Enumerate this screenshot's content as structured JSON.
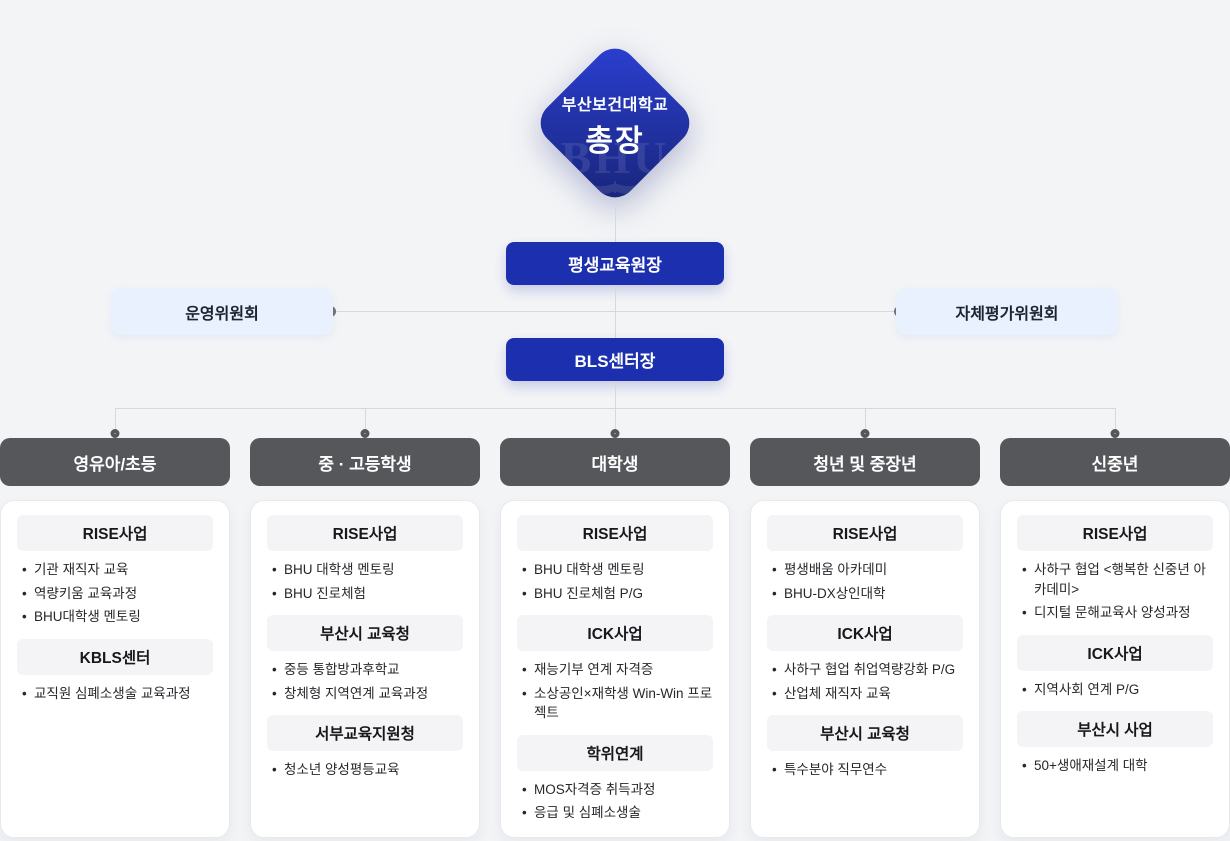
{
  "org": {
    "top": {
      "institution": "부산보건대학교",
      "role": "총장",
      "watermark": "BHU"
    },
    "director": "평생교육원장",
    "center_head": "BLS센터장",
    "left_committee": "운영위원회",
    "right_committee": "자체평가위원회"
  },
  "colors": {
    "background": "#f3f4f6",
    "primary_blue": "#1c2fae",
    "diamond_gradient_top": "#2b40d3",
    "diamond_gradient_bottom": "#182478",
    "light_blue_box": "#e9f1fe",
    "header_gray": "#56575a",
    "section_header_bg": "#f4f4f6",
    "connector_line": "#d5d8dd"
  },
  "columns": [
    {
      "title": "영유아/초등",
      "sections": [
        {
          "heading": "RISE사업",
          "items": [
            "기관 재직자 교육",
            "역량키움 교육과정",
            "BHU대학생 멘토링"
          ]
        },
        {
          "heading": "KBLS센터",
          "items": [
            "교직원 심폐소생술 교육과정"
          ]
        }
      ]
    },
    {
      "title": "중 · 고등학생",
      "sections": [
        {
          "heading": "RISE사업",
          "items": [
            "BHU 대학생 멘토링",
            "BHU 진로체험"
          ]
        },
        {
          "heading": "부산시 교육청",
          "items": [
            "중등 통합방과후학교",
            "창체형 지역연계 교육과정"
          ]
        },
        {
          "heading": "서부교육지원청",
          "items": [
            "청소년 양성평등교육"
          ]
        }
      ]
    },
    {
      "title": "대학생",
      "sections": [
        {
          "heading": "RISE사업",
          "items": [
            "BHU 대학생 멘토링",
            "BHU 진로체험 P/G"
          ]
        },
        {
          "heading": "ICK사업",
          "items": [
            "재능기부 연계 자격증",
            "소상공인×재학생 Win-Win 프로젝트"
          ]
        },
        {
          "heading": "학위연계",
          "items": [
            "MOS자격증 취득과정",
            "응급 및 심폐소생술"
          ]
        }
      ]
    },
    {
      "title": "청년 및 중장년",
      "sections": [
        {
          "heading": "RISE사업",
          "items": [
            "평생배움 아카데미",
            "BHU-DX상인대학"
          ]
        },
        {
          "heading": "ICK사업",
          "items": [
            "사하구 협업 취업역량강화 P/G",
            "산업체 재직자 교육"
          ]
        },
        {
          "heading": "부산시 교육청",
          "items": [
            "특수분야 직무연수"
          ]
        }
      ]
    },
    {
      "title": "신중년",
      "sections": [
        {
          "heading": "RISE사업",
          "items": [
            "사하구 협업 <행복한 신중년 아카데미>",
            "디지털 문해교육사 양성과정"
          ]
        },
        {
          "heading": "ICK사업",
          "items": [
            "지역사회 연계 P/G"
          ]
        },
        {
          "heading": "부산시 사업",
          "items": [
            "50+생애재설계 대학"
          ]
        }
      ]
    }
  ]
}
